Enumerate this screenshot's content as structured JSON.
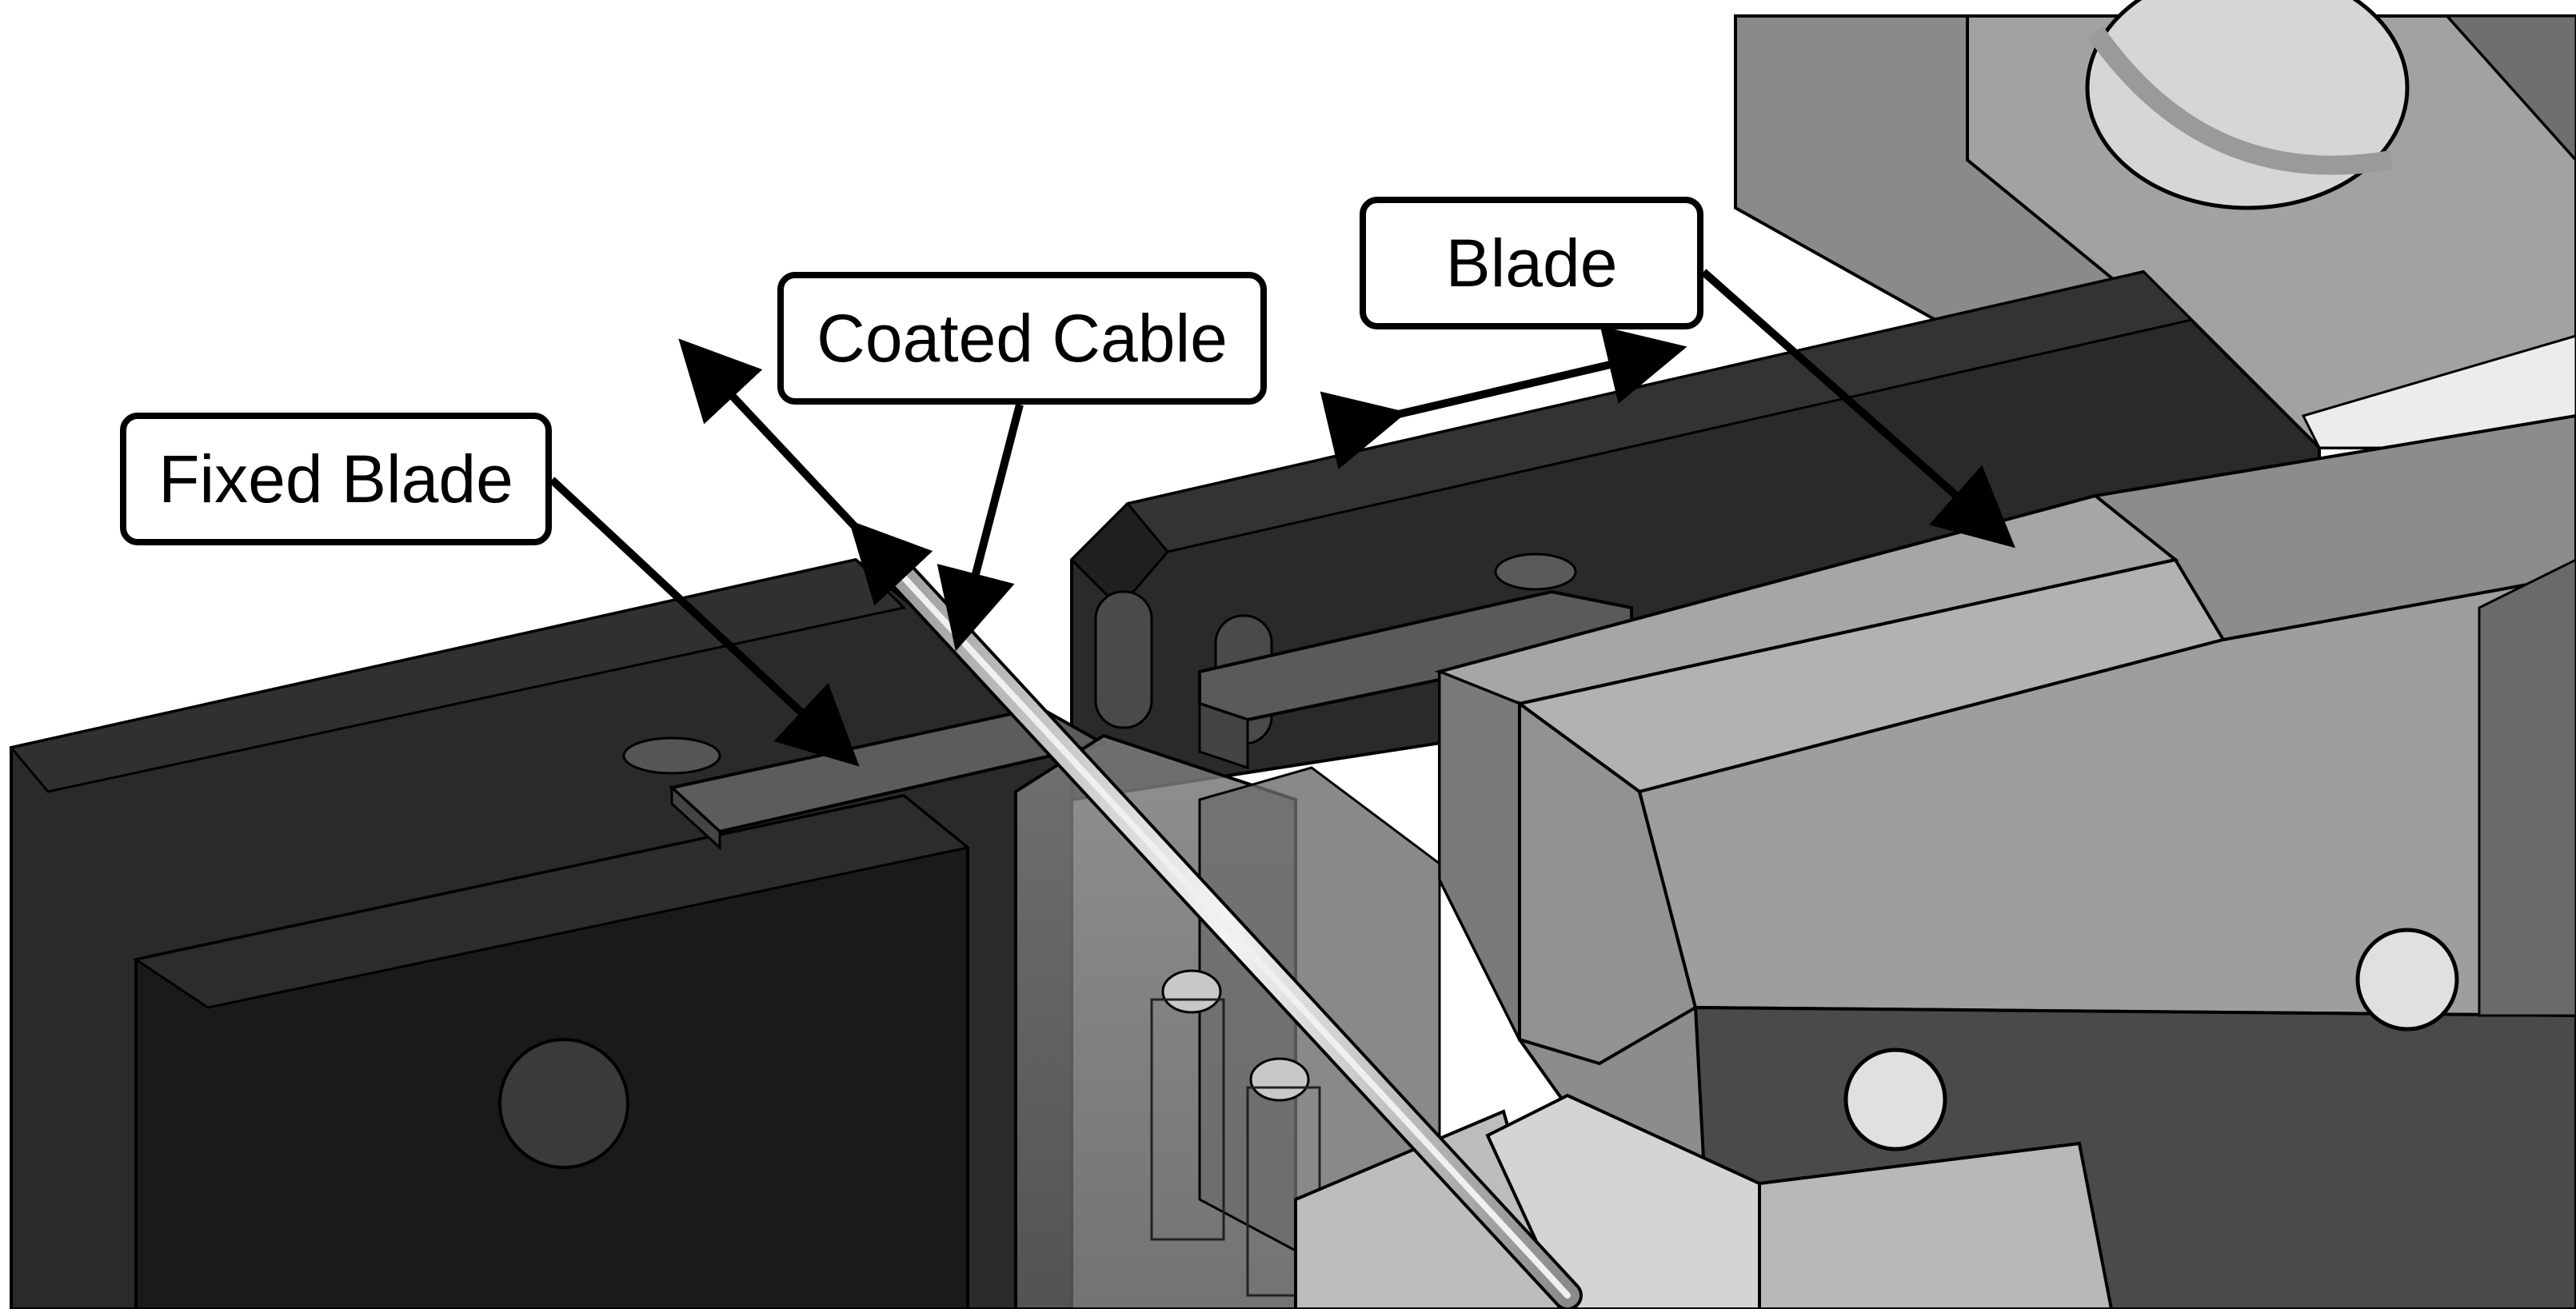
{
  "figure": {
    "labels": {
      "fixed_blade": "Fixed Blade",
      "coated_cable": "Coated Cable",
      "blade": "Blade"
    },
    "colors": {
      "background": "#ffffff",
      "dark_block": "#262626",
      "darker_block": "#141414",
      "mid_gray": "#4a4a4a",
      "light_gray": "#8c8c8c",
      "lighter_gray": "#a8a8a8",
      "pale": "#d8d8d8",
      "outline": "#000000"
    }
  }
}
